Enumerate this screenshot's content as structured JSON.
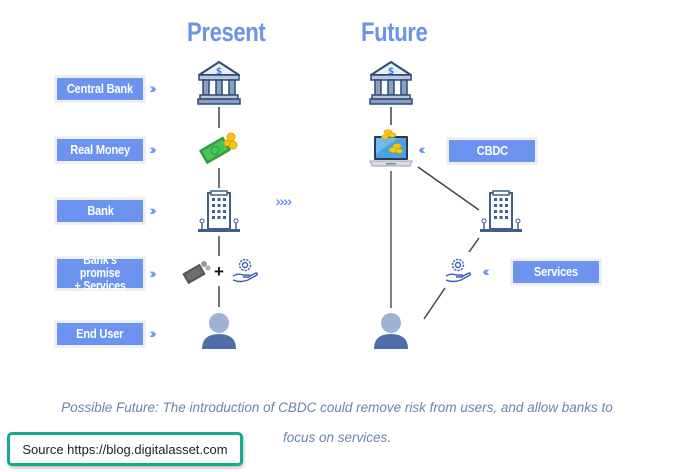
{
  "titles": {
    "present": "Present",
    "future": "Future"
  },
  "present_labels": [
    {
      "text": "Central Bank"
    },
    {
      "text": "Real Money"
    },
    {
      "text": "Bank"
    },
    {
      "text": "Bank's promise + Services",
      "line1": "Bank's promise",
      "line2": "+ Services"
    },
    {
      "text": "End User"
    }
  ],
  "future_labels": [
    {
      "text": "CBDC"
    },
    {
      "text": "Services"
    }
  ],
  "present_nodes": [
    "central-bank-icon",
    "money-icon",
    "bank-building-icon",
    "promise-plus-services-icon",
    "user-icon"
  ],
  "future_nodes": [
    "central-bank-icon",
    "laptop-coins-icon",
    "bank-building-icon",
    "services-hand-gear-icon",
    "user-icon"
  ],
  "connector": {
    "plus": "+"
  },
  "chevrons": {
    "right": "›››",
    "left": "‹‹‹",
    "transition": "››› ››› ››› ›››"
  },
  "caption": {
    "line1": "Possible Future: The introduction of CBDC could remove risk from users, and allow banks to",
    "line2": "focus on services."
  },
  "source": "Source https://blog.digitalasset.com",
  "colors": {
    "accent_blue": "#6b93ef",
    "title_blue": "#6b93e8",
    "icon_navy": "#3e5f8f",
    "caption_gray": "#6c86a8",
    "source_border": "#18a88a",
    "money_green": "#3db54a",
    "coin_gold": "#f5c518"
  }
}
